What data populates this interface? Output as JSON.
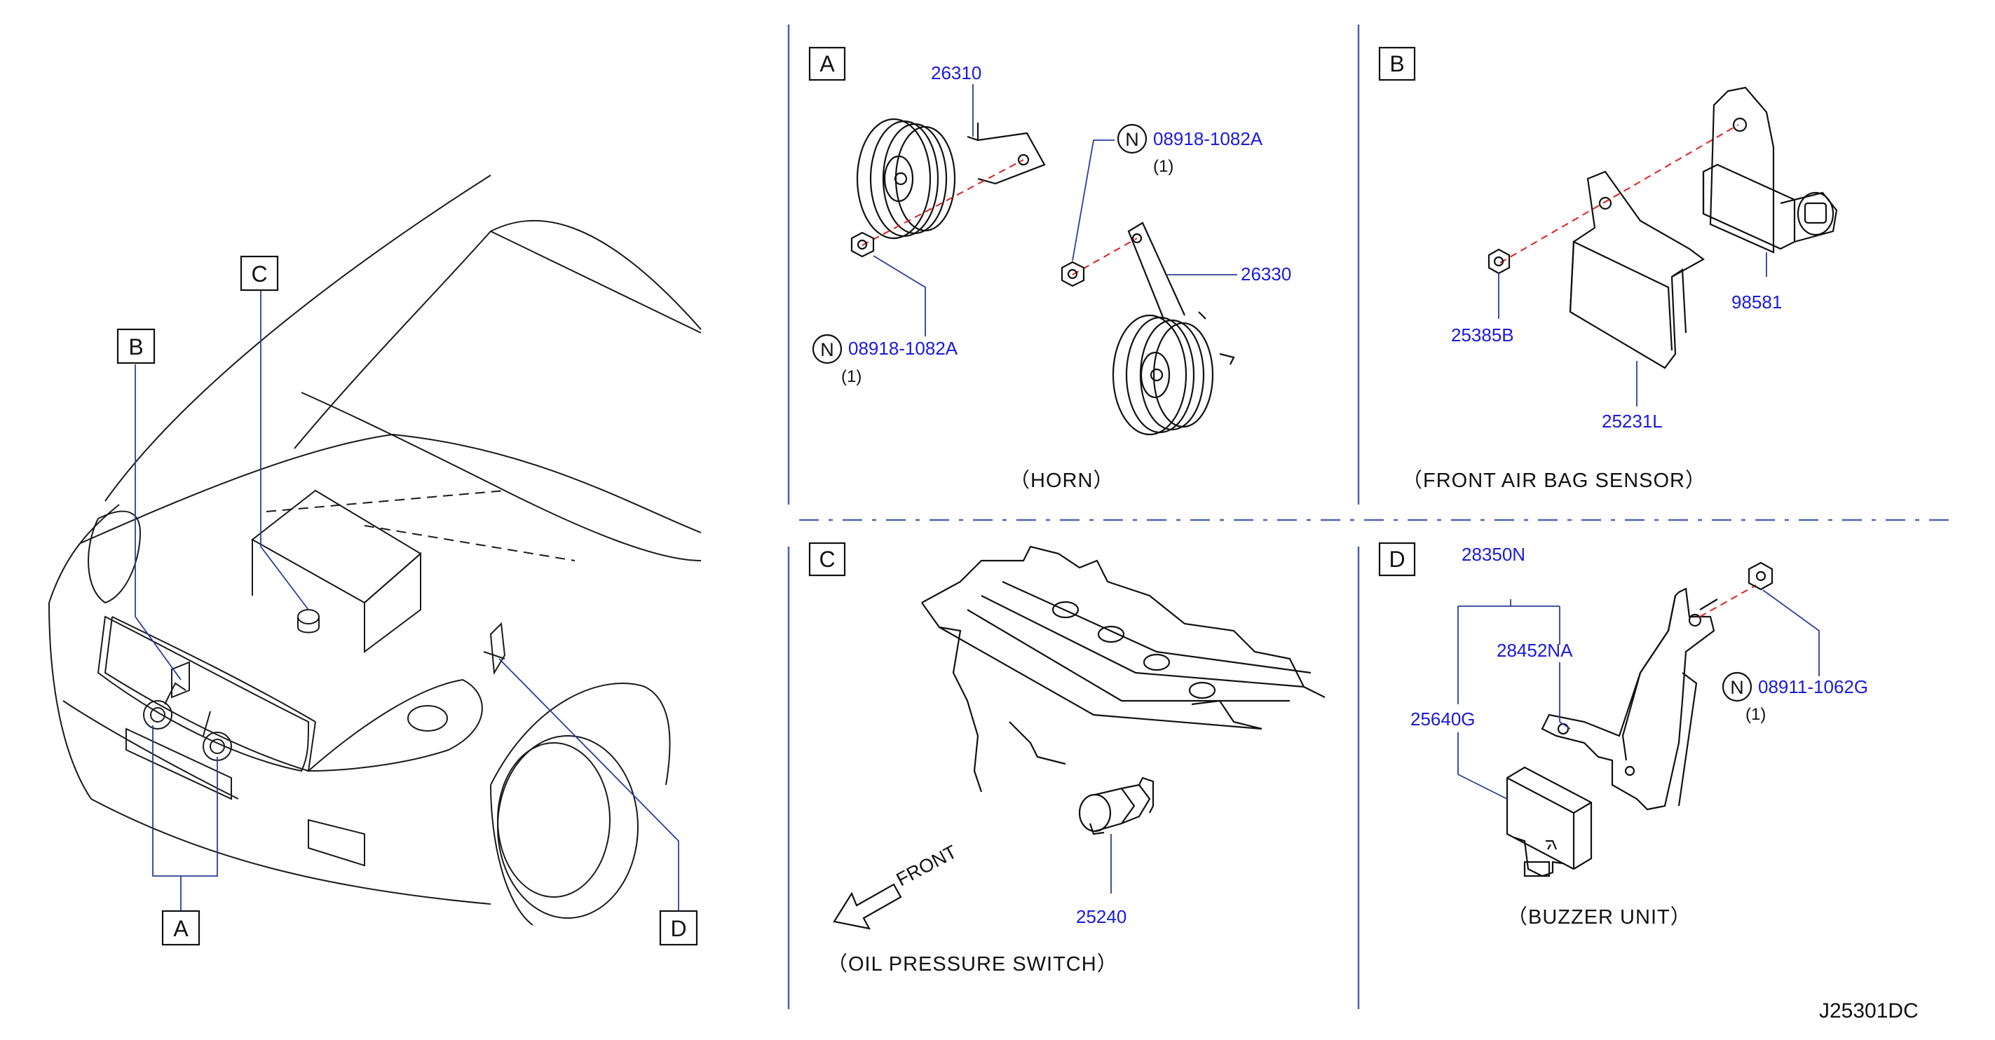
{
  "drawing_id": "J25301DC",
  "overview": {
    "box_labels": [
      "A",
      "B",
      "C",
      "D"
    ]
  },
  "panels": {
    "A": {
      "box": "A",
      "caption": "（HORN）",
      "parts": {
        "horn_high": "26310",
        "horn_low": "26330",
        "nut_left": "08918-1082A",
        "nut_left_prefix": "N",
        "nut_left_qty": "(1)",
        "nut_right": "08918-1082A",
        "nut_right_prefix": "N",
        "nut_right_qty": "(1)"
      }
    },
    "B": {
      "box": "B",
      "caption": "（FRONT  AIR  BAG  SENSOR）",
      "parts": {
        "nut": "25385B",
        "sensor": "98581",
        "bracket": "25231L"
      }
    },
    "C": {
      "box": "C",
      "caption": "（OIL  PRESSURE  SWITCH）",
      "front_label": "FRONT",
      "parts": {
        "switch": "25240"
      }
    },
    "D": {
      "box": "D",
      "caption": "（BUZZER  UNIT）",
      "parts": {
        "assembly": "28350N",
        "bracket": "28452NA",
        "buzzer": "25640G",
        "nut": "08911-1062G",
        "nut_prefix": "N",
        "nut_qty": "(1)"
      }
    }
  }
}
